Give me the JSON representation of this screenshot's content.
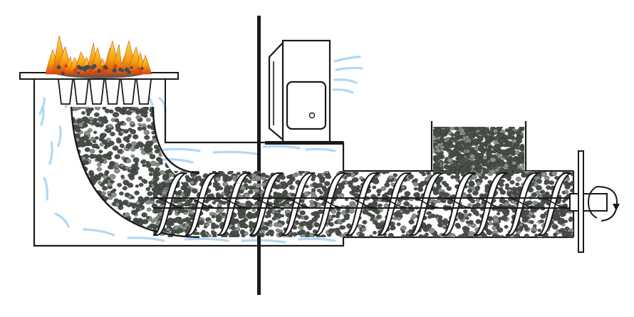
{
  "diagram": {
    "kind": "pellet-stove-auger-feed",
    "parts": [
      "fire-grate",
      "flames",
      "burn-pot",
      "curved-feed-tube",
      "auger-screw",
      "auger-shaft",
      "pellet-hopper",
      "combustion-fan",
      "wall-divider",
      "bearing-plate",
      "rotation-arrow",
      "airflow-streaks"
    ],
    "colors": {
      "outline": "#1a1a1a",
      "pellet": "#4a4f4a",
      "pellet_light": "#8a8f8a",
      "air": "#a9d4f2",
      "flame_outer": "#f5a011",
      "flame_inner": "#ffd84a",
      "ember": "#d9430e",
      "fan_body": "#ffffff"
    },
    "auger": {
      "flights": 13,
      "rotation": "clockwise"
    }
  }
}
